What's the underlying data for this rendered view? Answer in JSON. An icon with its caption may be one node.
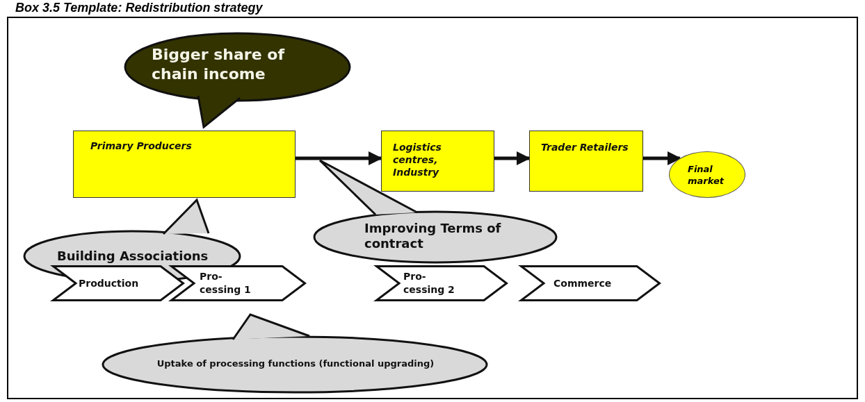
{
  "diagram": {
    "title": "Box 3.5 Template: Redistribution strategy",
    "nodes": [
      {
        "text": [
          "Primary Producers"
        ]
      },
      {
        "text": [
          "Logistics centres, Industry"
        ]
      },
      {
        "text": [
          "Trader Retailers"
        ]
      },
      {
        "text": [
          "Final market"
        ]
      },
      {
        "text": [
          "Bigger share of chain income"
        ]
      },
      {
        "text": [
          "Building Associations"
        ]
      },
      {
        "text": [
          "Improving Terms of contract"
        ]
      },
      {
        "text": [
          "Production"
        ]
      },
      {
        "text": [
          "Pro- cessing 1"
        ]
      },
      {
        "text": [
          "Pro- cessing 2"
        ]
      },
      {
        "text": [
          "Commerce"
        ]
      },
      {
        "text": [
          "Uptake of processing functions (functional upgrading)"
        ]
      }
    ],
    "edges": [
      {
        "from": 0,
        "to": 1,
        "arrow": "to"
      },
      {
        "from": 1,
        "to": 2,
        "arrow": "to"
      },
      {
        "from": 2,
        "to": 3,
        "arrow": "to"
      }
    ]
  }
}
